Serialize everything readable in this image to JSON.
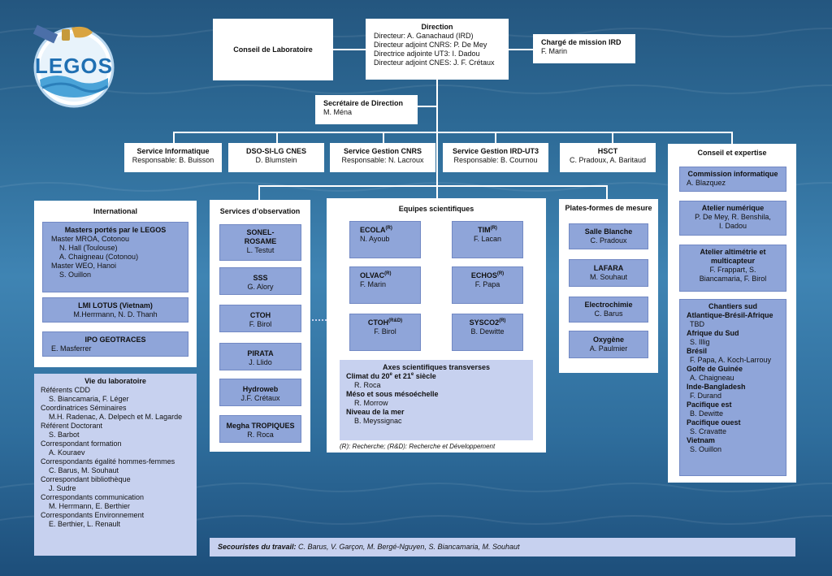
{
  "logo": {
    "text": "LEGOS"
  },
  "conseil": {
    "title": "Conseil de Laboratoire"
  },
  "direction": {
    "title": "Direction",
    "lines": [
      "Directeur: A. Ganachaud (IRD)",
      "Directeur adjoint CNRS: P. De Mey",
      "Directrice adjointe UT3: I. Dadou",
      "Directeur adjoint CNES: J. F. Crétaux"
    ]
  },
  "charge": {
    "title": "Chargé de mission IRD",
    "name": "F. Marin"
  },
  "secretaire": {
    "title": "Secrétaire de Direction",
    "name": "M. Ména"
  },
  "services": [
    {
      "title": "Service Informatique",
      "name": "Responsable: B. Buisson"
    },
    {
      "title": "DSO-SI-LG CNES",
      "name": "D. Blumstein"
    },
    {
      "title": "Service Gestion CNRS",
      "name": "Responsable: N. Lacroux"
    },
    {
      "title": "Service Gestion IRD-UT3",
      "name": "Responsable: B. Cournou"
    },
    {
      "title": "HSCT",
      "name": "C. Pradoux, A. Baritaud"
    }
  ],
  "international": {
    "title": "International",
    "masters": {
      "title": "Masters portés par le LEGOS",
      "lines": [
        "Master MROA, Cotonou",
        "N. Hall  (Toulouse)",
        "A. Chaigneau (Cotonou)",
        "Master WEO, Hanoi",
        "S. Ouillon"
      ]
    },
    "lmi": {
      "title": "LMI LOTUS (Vietnam)",
      "name": "M.Herrmann, N. D. Thanh"
    },
    "ipo": {
      "title": "IPO GEOTRACES",
      "name": "E. Masferrer"
    }
  },
  "vie": {
    "title": "Vie du laboratoire",
    "lines": [
      "Référents CDD",
      "S. Biancamaria, F. Léger",
      "Coordinatrices Séminaires",
      "M.H. Radenac, A. Delpech et M. Lagarde",
      "Référent Doctorant",
      "S. Barbot",
      "Correspondant formation",
      "A. Kouraev",
      "Correspondants égalité hommes-femmes",
      "C. Barus, M. Souhaut",
      "Correspondant bibliothèque",
      "J. Sudre",
      "Correspondants communication",
      "M. Herrmann, E. Berthier",
      "Correspondants Environnement",
      "E. Berthier, L. Renault"
    ]
  },
  "observation": {
    "title": "Services d’observation",
    "items": [
      {
        "title": "SONEL-ROSAME",
        "name": "L. Testut"
      },
      {
        "title": "SSS",
        "name": "G. Alory"
      },
      {
        "title": "CTOH",
        "name": "F. Birol"
      },
      {
        "title": "PIRATA",
        "name": "J. Llido"
      },
      {
        "title": "Hydroweb",
        "name": "J.F. Crétaux"
      },
      {
        "title": "Megha TROPIQUES",
        "name": "R. Roca"
      }
    ]
  },
  "equipes": {
    "title": "Equipes scientifiques",
    "teams": [
      {
        "title": "ECOLA",
        "sup": "(R)",
        "name": "N. Ayoub"
      },
      {
        "title": "TIM",
        "sup": "(R)",
        "name": "F. Lacan"
      },
      {
        "title": "OLVAC",
        "sup": "(R)",
        "name": "F. Marin"
      },
      {
        "title": "ECHOS",
        "sup": "(R)",
        "name": "F. Papa"
      },
      {
        "title": "CTOH",
        "sup": "(R&D)",
        "name": "F. Birol"
      },
      {
        "title": "SYSCO2",
        "sup": "(R)",
        "name": "B. Dewitte"
      }
    ],
    "axes": {
      "title": "Axes scientifiques transverses",
      "items": [
        {
          "title": "Climat du 20",
          "sup1": "e",
          "mid": " et 21",
          "sup2": "e",
          "end": " siècle",
          "name": "R. Roca"
        },
        {
          "title": "Méso et sous mésoéchelle",
          "name": "R. Morrow"
        },
        {
          "title": "Niveau de la mer",
          "name": "B. Meyssignac"
        }
      ]
    },
    "legend": "(R): Recherche; (R&D): Recherche et Développement"
  },
  "plates": {
    "title": "Plates-formes de mesure",
    "items": [
      {
        "title": "Salle Blanche",
        "name": "C. Pradoux"
      },
      {
        "title": "LAFARA",
        "name": "M. Souhaut"
      },
      {
        "title": "Electrochimie",
        "name": "C. Barus"
      },
      {
        "title": "Oxygène",
        "name": "A. Paulmier"
      }
    ]
  },
  "conseil_expertise": {
    "title": "Conseil et expertise",
    "commission": {
      "title": "Commission informatique",
      "name": "A. Blazquez"
    },
    "atelier_num": {
      "title": "Atelier numérique",
      "lines": [
        "P. De Mey, R. Benshila,",
        "I. Dadou"
      ]
    },
    "atelier_alt": {
      "title": "Atelier altimétrie et multicapteur",
      "lines": [
        "F. Frappart, S.",
        "Biancamaria, F. Birol"
      ]
    },
    "chantiers": {
      "title": "Chantiers sud",
      "items": [
        {
          "title": "Atlantique-Brésil-Afrique",
          "name": "TBD"
        },
        {
          "title": "Afrique du Sud",
          "name": "S. Illig"
        },
        {
          "title": "Brésil",
          "name": "F. Papa, A. Koch-Larrouy"
        },
        {
          "title": "Golfe de Guinée",
          "name": "A. Chaigneau"
        },
        {
          "title": "Inde-Bangladesh",
          "name": "F. Durand"
        },
        {
          "title": "Pacifique est",
          "name": "B. Dewitte"
        },
        {
          "title": "Pacifique ouest",
          "name": "S. Cravatte"
        },
        {
          "title": "Vietnam",
          "name": "S. Ouillon"
        }
      ]
    }
  },
  "secouristes": {
    "label": "Secouristes du travail:",
    "names": " C. Barus, V. Garçon, M. Bergé-Nguyen, S. Biancamaria, M. Souhaut"
  }
}
